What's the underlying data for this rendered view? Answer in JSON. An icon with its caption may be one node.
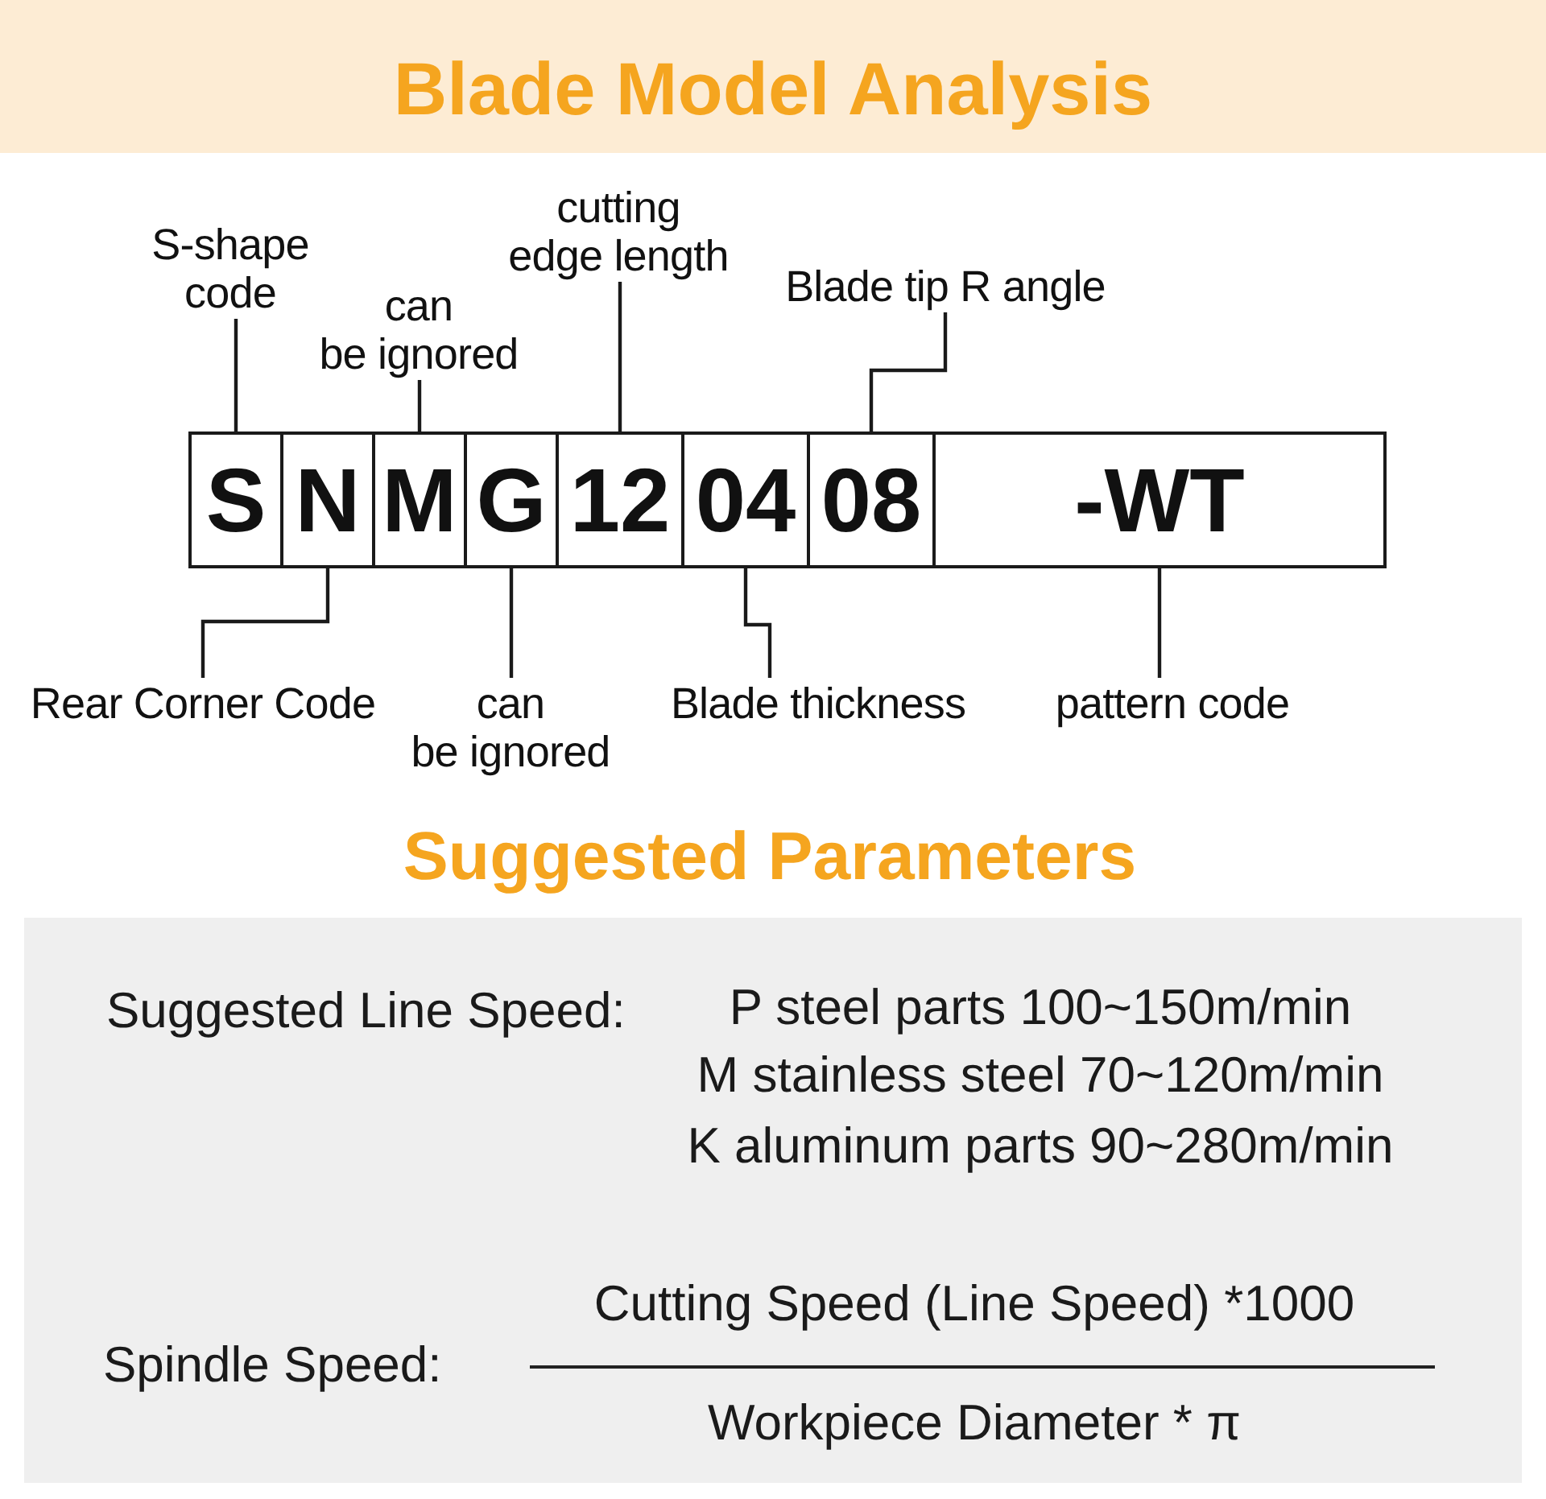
{
  "diagram": {
    "title": "Blade Model Analysis",
    "nodes": [
      {
        "text": [
          "S-shape code"
        ]
      },
      {
        "text": [
          "can be ignored"
        ]
      },
      {
        "text": [
          "cutting edge length"
        ]
      },
      {
        "text": [
          "Blade tip R angle"
        ]
      },
      {
        "text": [
          "S"
        ]
      },
      {
        "text": [
          "N"
        ]
      },
      {
        "text": [
          "M"
        ]
      },
      {
        "text": [
          "G"
        ]
      },
      {
        "text": [
          "12"
        ]
      },
      {
        "text": [
          "04"
        ]
      },
      {
        "text": [
          "08"
        ]
      },
      {
        "text": [
          "-WT"
        ]
      },
      {
        "text": [
          "Rear Corner Code"
        ]
      },
      {
        "text": [
          "can be ignored"
        ]
      },
      {
        "text": [
          "Blade thickness"
        ]
      },
      {
        "text": [
          "pattern code"
        ]
      },
      {
        "text": [
          "Suggested Line Speed:",
          "P steel parts 100~150m/min",
          "M stainless steel 70~120m/min",
          "K aluminum parts 90~280m/min",
          "Spindle Speed:",
          "Cutting Speed (Line Speed) *1000",
          "Workpiece Diameter * π"
        ],
        "beside": [
          "Suggested Parameters"
        ]
      }
    ],
    "edges": [
      {
        "from": 0,
        "to": 4,
        "arrow": "none"
      },
      {
        "from": 1,
        "to": 6,
        "arrow": "none"
      },
      {
        "from": 2,
        "to": 8,
        "arrow": "none"
      },
      {
        "from": 3,
        "to": 10,
        "arrow": "none"
      },
      {
        "from": 12,
        "to": 5,
        "arrow": "none"
      },
      {
        "from": 13,
        "to": 7,
        "arrow": "none"
      },
      {
        "from": 14,
        "to": 9,
        "arrow": "none"
      },
      {
        "from": 15,
        "to": 11,
        "arrow": "none"
      }
    ]
  }
}
